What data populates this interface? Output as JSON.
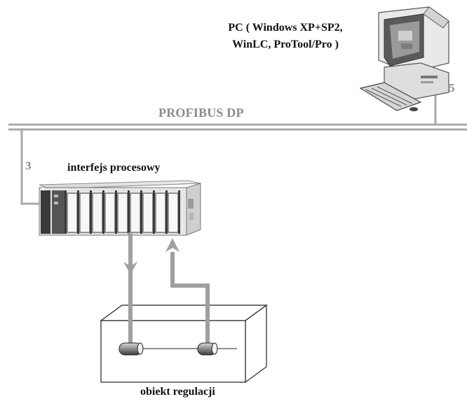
{
  "diagram": {
    "pc_label_line1": "PC ( Windows XP+SP2,",
    "pc_label_line2": "WinLC, ProTool/Pro )",
    "bus_label": "PROFIBUS DP",
    "pc_link_number": "5",
    "plc_link_number": "3",
    "plc_label": "interfejs procesowy",
    "object_label": "obiekt regulacji"
  },
  "colors": {
    "bus": "#a9a9a9",
    "bus_label": "#8c8c8c",
    "plc_body": "#e6e6e6",
    "plc_dark_module": "#3a3a3a",
    "signal_line": "#a0a0a0",
    "sensor": "#7a7a7a"
  },
  "icons": [
    "pc-monitor-icon",
    "keyboard-icon",
    "plc-rack-icon",
    "arrow-down-icon",
    "arrow-up-icon",
    "sensor-icon"
  ]
}
